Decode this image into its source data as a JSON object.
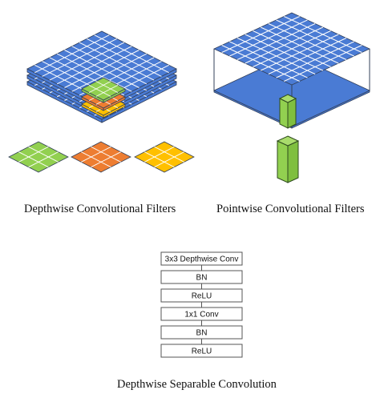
{
  "captions": {
    "depthwise": "Depthwise Convolutional Filters",
    "pointwise": "Pointwise Convolutional Filters",
    "separable": "Depthwise Separable Convolution"
  },
  "pipeline": {
    "blocks": [
      "3x3 Depthwise Conv",
      "BN",
      "ReLU",
      "1x1 Conv",
      "BN",
      "ReLU"
    ]
  },
  "colors": {
    "input_blue": "#4a7bd4",
    "grid_line": "#ffffff",
    "filter_green": "#92d050",
    "filter_orange": "#ed7d31",
    "filter_yellow": "#ffc000",
    "edge": "#33405a",
    "block_border": "#555555"
  }
}
